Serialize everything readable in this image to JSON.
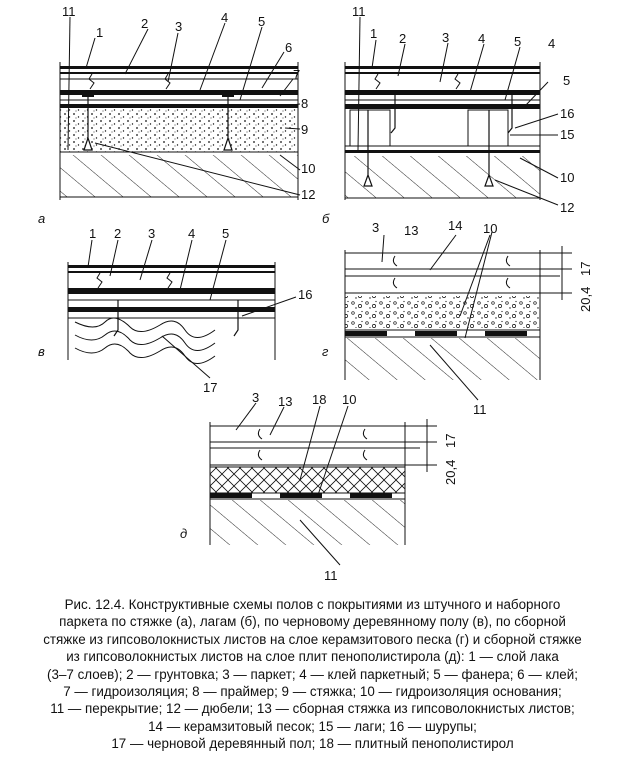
{
  "panels": {
    "a": {
      "letter": "а",
      "callouts": [
        "11",
        "1",
        "2",
        "3",
        "4",
        "5",
        "6",
        "7",
        "8",
        "9",
        "10",
        "12"
      ]
    },
    "b": {
      "letter": "б",
      "callouts": [
        "11",
        "1",
        "2",
        "3",
        "4",
        "5",
        "4",
        "5",
        "16",
        "15",
        "10",
        "12"
      ]
    },
    "v": {
      "letter": "в",
      "callouts": [
        "1",
        "2",
        "3",
        "4",
        "5",
        "16",
        "17"
      ]
    },
    "g": {
      "letter": "г",
      "callouts": [
        "3",
        "13",
        "14",
        "10",
        "11"
      ],
      "dim_top": "17",
      "dim_bottom": "20,4"
    },
    "d": {
      "letter": "д",
      "callouts": [
        "3",
        "13",
        "18",
        "10",
        "11"
      ],
      "dim_top": "17",
      "dim_bottom": "20,4"
    }
  },
  "caption": {
    "lines": [
      "Рис. 12.4. Конструктивные схемы полов с покрытиями из штучного и наборного",
      "паркета по стяжке (а), лагам (б), по черновому деревянному полу (в), по сборной",
      "стяжке из гипсоволокнистых листов на слое керамзитового песка (г) и сборной стяжке",
      "из гипсоволокнистых листов на слое плит пенополистирола (д): 1 — слой лака",
      "(3–7 слоев); 2 — грунтовка; 3 — паркет; 4 — клей паркетный; 5 — фанера; 6 — клей;",
      "7 — гидроизоляция; 8 — праймер; 9 — стяжка; 10 — гидроизоляция основания;",
      "11 — перекрытие; 12 — дюбели; 13 — сборная стяжка из гипсоволокнистых листов;",
      "14 — керамзитовый песок; 15 — лаги; 16 — шурупы;",
      "17 — черновой деревянный пол; 18 — плитный пенополистирол"
    ]
  }
}
